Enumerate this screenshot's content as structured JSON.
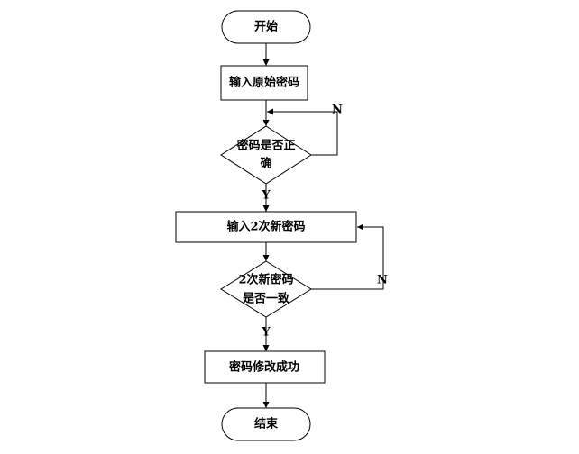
{
  "flowchart": {
    "start_label": "开始",
    "input_original": "输入原始密码",
    "check_correct_line1": "密码是否正",
    "check_correct_line2": "确",
    "input_new_twice": "输入2次新密码",
    "check_match_line1": "2次新密码",
    "check_match_line2": "是否一致",
    "success": "密码修改成功",
    "end_label": "结束",
    "yes_label": "Y",
    "no_label": "N"
  }
}
